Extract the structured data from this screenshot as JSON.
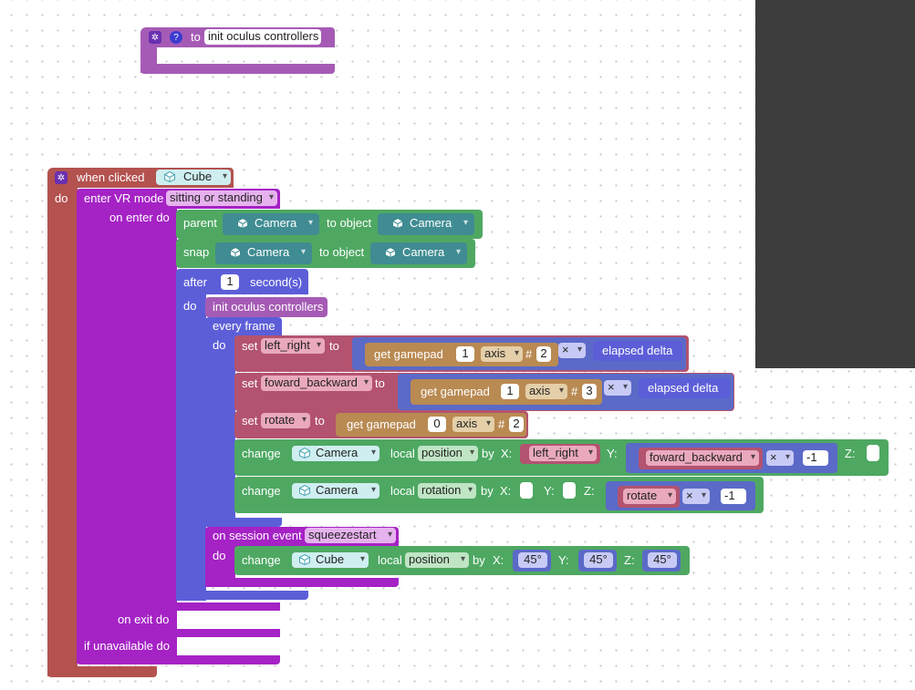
{
  "proc_block": {
    "to_label": "to",
    "name": "init oculus controllers"
  },
  "event_block": {
    "when_clicked": "when clicked",
    "object": "Cube",
    "do_label": "do"
  },
  "vr_block": {
    "enter_label": "enter VR mode",
    "mode": "sitting or standing",
    "on_enter": "on enter do",
    "on_exit": "on exit do",
    "if_unavailable": "if unavailable do"
  },
  "parent_block": {
    "label": "parent",
    "child": "Camera",
    "to_object": "to object",
    "target": "Camera"
  },
  "snap_block": {
    "label": "snap",
    "child": "Camera",
    "to_object": "to object",
    "target": "Camera"
  },
  "after_block": {
    "label": "after",
    "value": "1",
    "unit": "second(s)",
    "do_label": "do"
  },
  "call_block": {
    "name": "init oculus controllers"
  },
  "every_frame": {
    "label": "every frame",
    "do_label": "do"
  },
  "set_rows": [
    {
      "set": "set",
      "var": "left_right",
      "to": "to",
      "get": "get gamepad",
      "pad": "1",
      "axis": "axis",
      "hash": "#",
      "axis_num": "2",
      "op": "×",
      "delta": "elapsed delta"
    },
    {
      "set": "set",
      "var": "foward_backward",
      "to": "to",
      "get": "get gamepad",
      "pad": "1",
      "axis": "axis",
      "hash": "#",
      "axis_num": "3",
      "op": "×",
      "delta": "elapsed delta"
    },
    {
      "set": "set",
      "var": "rotate",
      "to": "to",
      "get": "get gamepad",
      "pad": "0",
      "axis": "axis",
      "hash": "#",
      "axis_num": "2"
    }
  ],
  "change_position": {
    "change": "change",
    "object": "Camera",
    "local": "local",
    "prop": "position",
    "by": "by",
    "x_label": "X:",
    "x_var": "left_right",
    "y_label": "Y:",
    "y_var": "foward_backward",
    "y_op": "×",
    "y_num": "-1",
    "z_label": "Z:"
  },
  "change_rotation": {
    "change": "change",
    "object": "Camera",
    "local": "local",
    "prop": "rotation",
    "by": "by",
    "x_label": "X:",
    "y_label": "Y:",
    "z_label": "Z:",
    "z_var": "rotate",
    "z_op": "×",
    "z_num": "-1"
  },
  "session_event": {
    "label": "on session event",
    "event": "squeezestart",
    "do_label": "do",
    "change": "change",
    "object": "Cube",
    "local": "local",
    "prop": "position",
    "by": "by",
    "x_label": "X:",
    "x_val": "45°",
    "y_label": "Y:",
    "y_val": "45°",
    "z_label": "Z:",
    "z_val": "45°"
  },
  "colors": {
    "procedure": "#a55bb5",
    "event": "#b3524f",
    "vr": "#a522c5",
    "scene": "#4ea862",
    "timer": "#5c5ed8",
    "variable": "#b3536f",
    "gamepad": "#b98a52",
    "math": "#5b6ac7",
    "panel": "#3d3d3d"
  }
}
